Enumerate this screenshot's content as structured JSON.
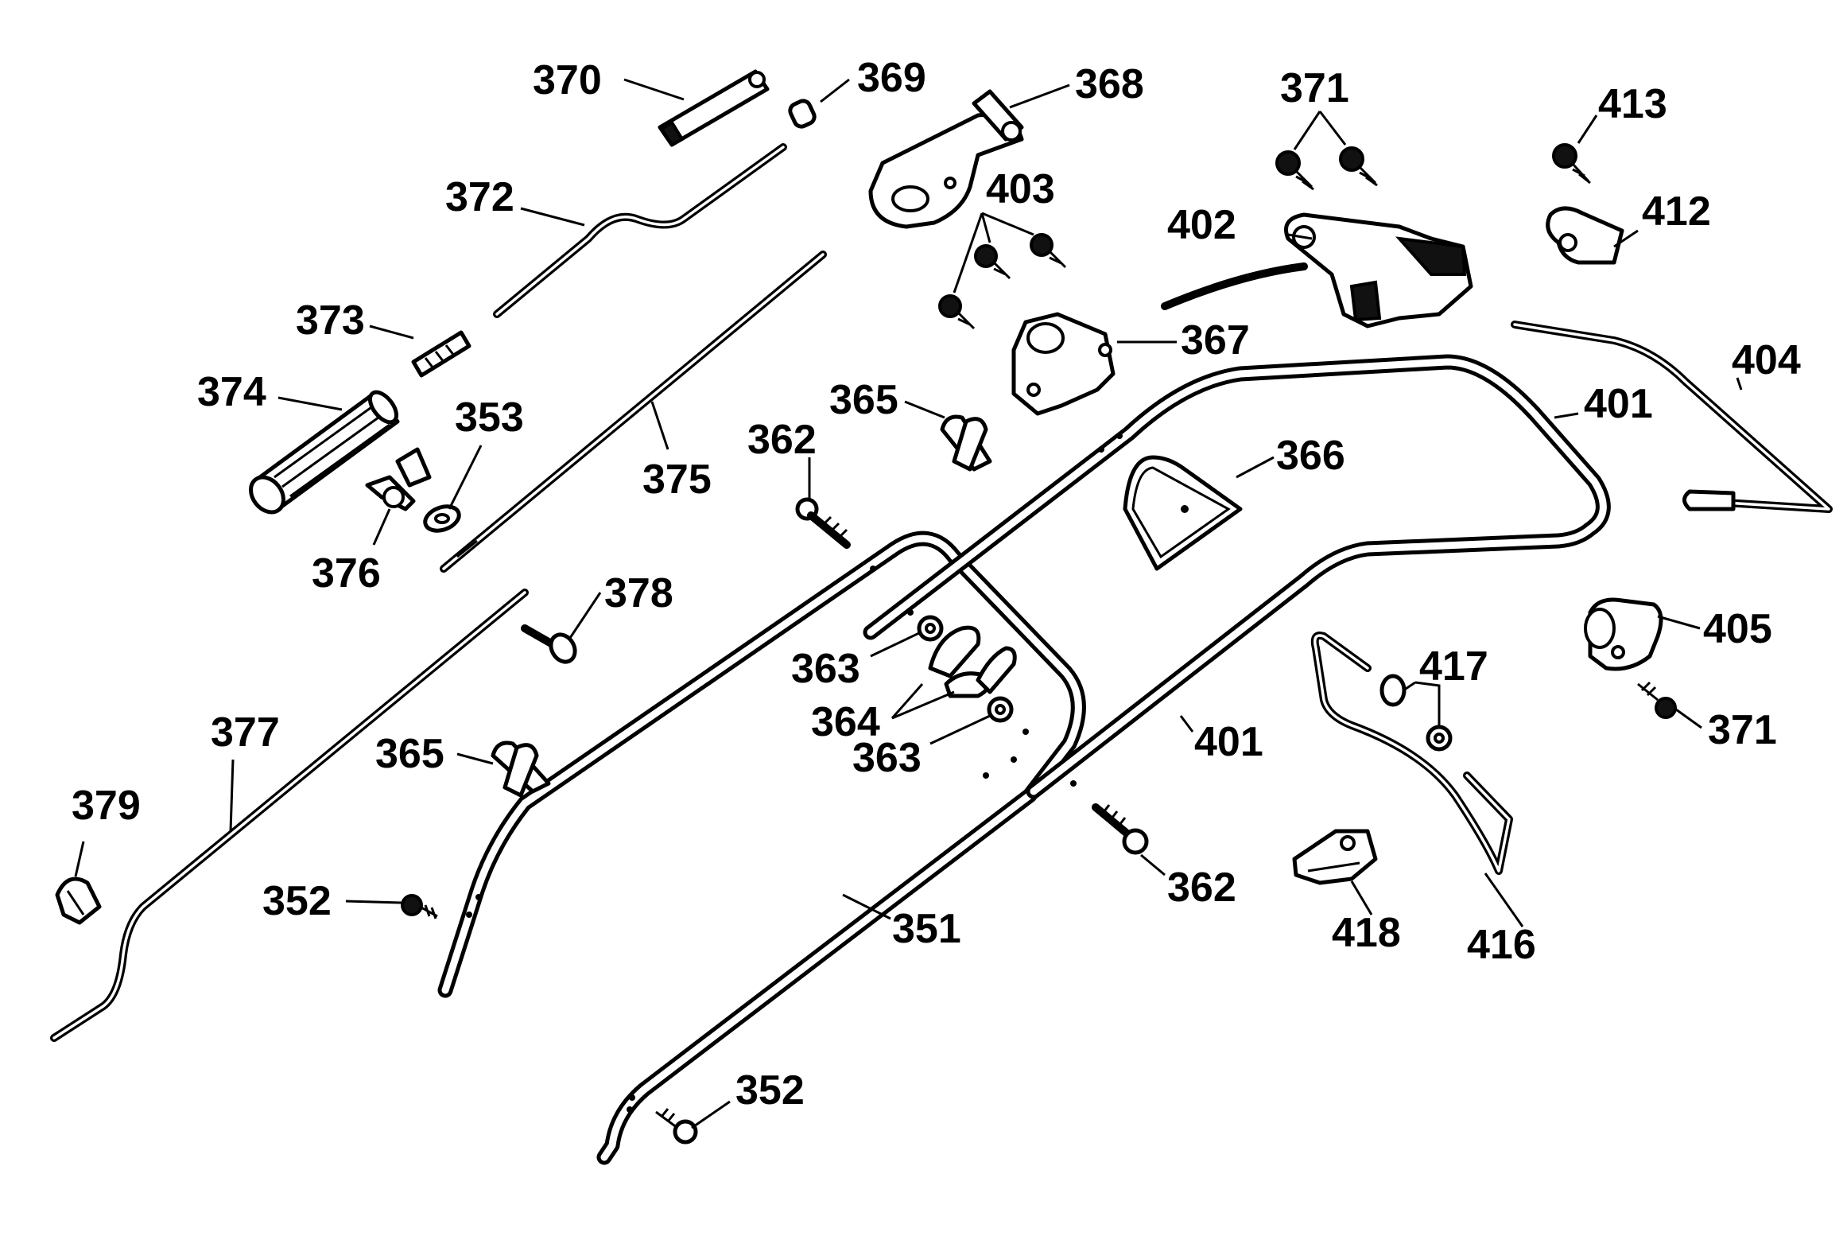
{
  "diagram": {
    "callouts": [
      {
        "id": "370",
        "text": "370"
      },
      {
        "id": "369",
        "text": "369"
      },
      {
        "id": "368",
        "text": "368"
      },
      {
        "id": "371a",
        "text": "371"
      },
      {
        "id": "413",
        "text": "413"
      },
      {
        "id": "372",
        "text": "372"
      },
      {
        "id": "403",
        "text": "403"
      },
      {
        "id": "402",
        "text": "402"
      },
      {
        "id": "412",
        "text": "412"
      },
      {
        "id": "373",
        "text": "373"
      },
      {
        "id": "367",
        "text": "367"
      },
      {
        "id": "374",
        "text": "374"
      },
      {
        "id": "353",
        "text": "353"
      },
      {
        "id": "365a",
        "text": "365"
      },
      {
        "id": "401a",
        "text": "401"
      },
      {
        "id": "404",
        "text": "404"
      },
      {
        "id": "362a",
        "text": "362"
      },
      {
        "id": "366",
        "text": "366"
      },
      {
        "id": "375",
        "text": "375"
      },
      {
        "id": "376",
        "text": "376"
      },
      {
        "id": "378",
        "text": "378"
      },
      {
        "id": "405",
        "text": "405"
      },
      {
        "id": "363a",
        "text": "363"
      },
      {
        "id": "417",
        "text": "417"
      },
      {
        "id": "364",
        "text": "364"
      },
      {
        "id": "371b",
        "text": "371"
      },
      {
        "id": "377",
        "text": "377"
      },
      {
        "id": "365b",
        "text": "365"
      },
      {
        "id": "363b",
        "text": "363"
      },
      {
        "id": "401b",
        "text": "401"
      },
      {
        "id": "379",
        "text": "379"
      },
      {
        "id": "362b",
        "text": "362"
      },
      {
        "id": "352a",
        "text": "352"
      },
      {
        "id": "351",
        "text": "351"
      },
      {
        "id": "418",
        "text": "418"
      },
      {
        "id": "416",
        "text": "416"
      },
      {
        "id": "352b",
        "text": "352"
      }
    ]
  }
}
